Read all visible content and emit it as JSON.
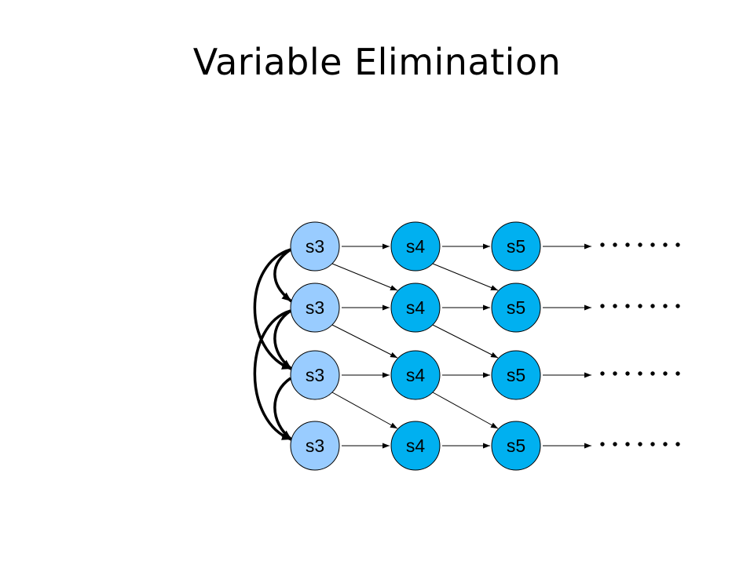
{
  "slide": {
    "title": "Variable Elimination"
  },
  "diagram": {
    "rows": [
      {
        "nodes": [
          {
            "label": "s3",
            "kind": "eliminated"
          },
          {
            "label": "s4",
            "kind": "active"
          },
          {
            "label": "s5",
            "kind": "active"
          }
        ]
      },
      {
        "nodes": [
          {
            "label": "s3",
            "kind": "eliminated"
          },
          {
            "label": "s4",
            "kind": "active"
          },
          {
            "label": "s5",
            "kind": "active"
          }
        ]
      },
      {
        "nodes": [
          {
            "label": "s3",
            "kind": "eliminated"
          },
          {
            "label": "s4",
            "kind": "active"
          },
          {
            "label": "s5",
            "kind": "active"
          }
        ]
      },
      {
        "nodes": [
          {
            "label": "s3",
            "kind": "eliminated"
          },
          {
            "label": "s4",
            "kind": "active"
          },
          {
            "label": "s5",
            "kind": "active"
          }
        ]
      }
    ],
    "colors": {
      "eliminated_fill": "#99ccff",
      "active_fill": "#00b0f0",
      "stroke": "#000000"
    }
  }
}
